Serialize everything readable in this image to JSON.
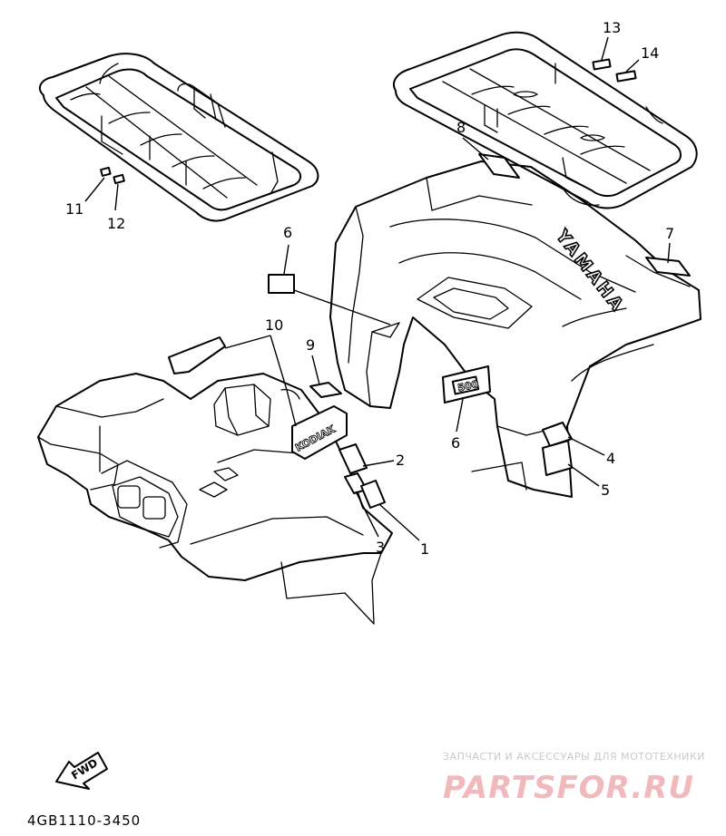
{
  "diagram": {
    "code": "4GB1110-3450",
    "brand_on_fender": "YAMAHA",
    "emblem_model": "500",
    "emblem_name": "KODIAK",
    "fwd_label": "FWD",
    "callouts": [
      {
        "id": "c1",
        "label": "1"
      },
      {
        "id": "c2",
        "label": "2"
      },
      {
        "id": "c3",
        "label": "3"
      },
      {
        "id": "c4",
        "label": "4"
      },
      {
        "id": "c5",
        "label": "5"
      },
      {
        "id": "c6a",
        "label": "6"
      },
      {
        "id": "c6b",
        "label": "6"
      },
      {
        "id": "c7",
        "label": "7"
      },
      {
        "id": "c8",
        "label": "8"
      },
      {
        "id": "c9",
        "label": "9"
      },
      {
        "id": "c10",
        "label": "10"
      },
      {
        "id": "c11",
        "label": "11"
      },
      {
        "id": "c12",
        "label": "12"
      },
      {
        "id": "c13",
        "label": "13"
      },
      {
        "id": "c14",
        "label": "14"
      }
    ]
  },
  "watermark": {
    "subtitle": "ЗАПЧАСТИ И АКСЕССУАРЫ ДЛЯ МОТОТЕХНИКИ",
    "title": "PARTSFOR.RU"
  }
}
